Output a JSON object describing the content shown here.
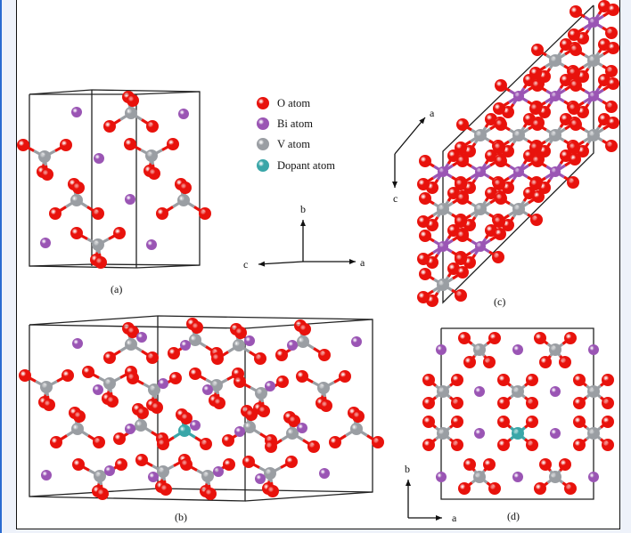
{
  "legend": {
    "items": [
      {
        "label": "O atom",
        "color": "#e8120c"
      },
      {
        "label": "Bi atom",
        "color": "#9a55b4"
      },
      {
        "label": "V atom",
        "color": "#9a9ea3"
      },
      {
        "label": "Dopant atom",
        "color": "#3aa6a8"
      }
    ]
  },
  "panels": {
    "a": "(a)",
    "b": "(b)",
    "c": "(c)",
    "d": "(d)"
  },
  "axes": {
    "center": {
      "up": "b",
      "left": "c",
      "right": "a"
    },
    "panel_c": {
      "diag": "a",
      "down": "c"
    },
    "panel_d": {
      "up": "b",
      "right": "a"
    }
  }
}
